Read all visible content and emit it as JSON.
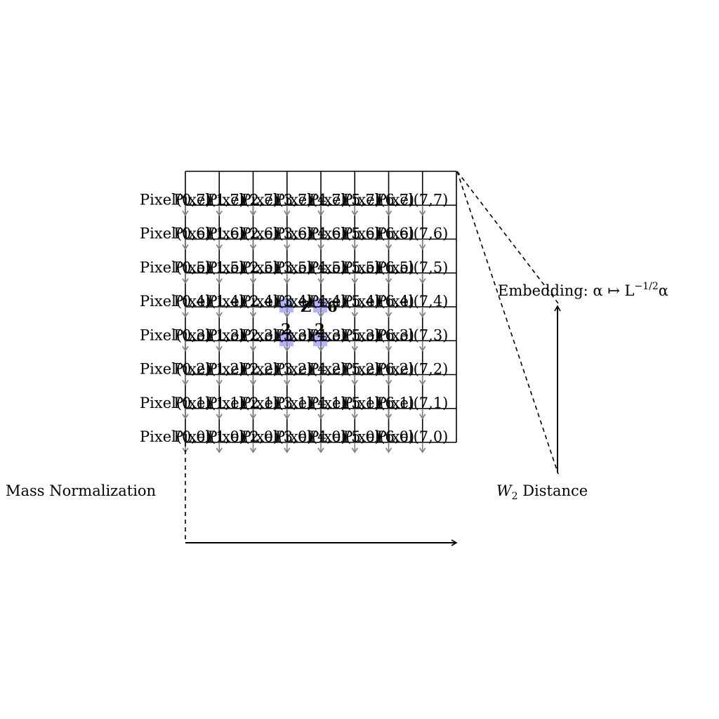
{
  "grid": {
    "size": 8,
    "pixel_label_prefix": "Pixel",
    "highlighted_cells": [
      [
        3,
        4
      ],
      [
        4,
        4
      ],
      [
        3,
        3
      ],
      [
        4,
        3
      ]
    ],
    "highlight_color": "#b3b3ff",
    "arrow_color": "#808080",
    "cell_overlay_texts": [
      {
        "col": 3,
        "row": 4,
        "text": "Z"
      },
      {
        "col": 4,
        "row": 4,
        "text": "6"
      },
      {
        "col": 3,
        "row": 3,
        "text": "2"
      },
      {
        "col": 4,
        "row": 3,
        "text": "2"
      }
    ]
  },
  "labels": {
    "mass_normalization": "Mass Normalization",
    "embedding": "Embedding: α ↦ L",
    "embedding_exponent": "−1/2",
    "embedding_tail": "α",
    "distance_symbol": "W",
    "distance_subscript": "2",
    "distance_word": " Distance"
  }
}
